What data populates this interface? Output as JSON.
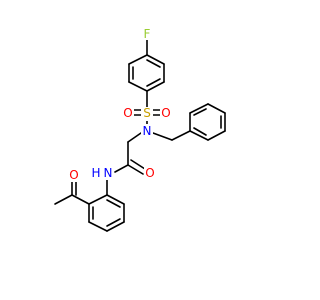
{
  "molecule": {
    "atoms": {
      "F": "F",
      "S": "S",
      "O1": "O",
      "O2": "O",
      "N1": "N",
      "O3": "O",
      "NH": "H",
      "N2": "N",
      "O4": "O"
    },
    "colors": {
      "bond": "#000000",
      "F": "#9acd32",
      "S": "#c8a000",
      "O": "#ff0000",
      "N": "#0000ff"
    }
  }
}
